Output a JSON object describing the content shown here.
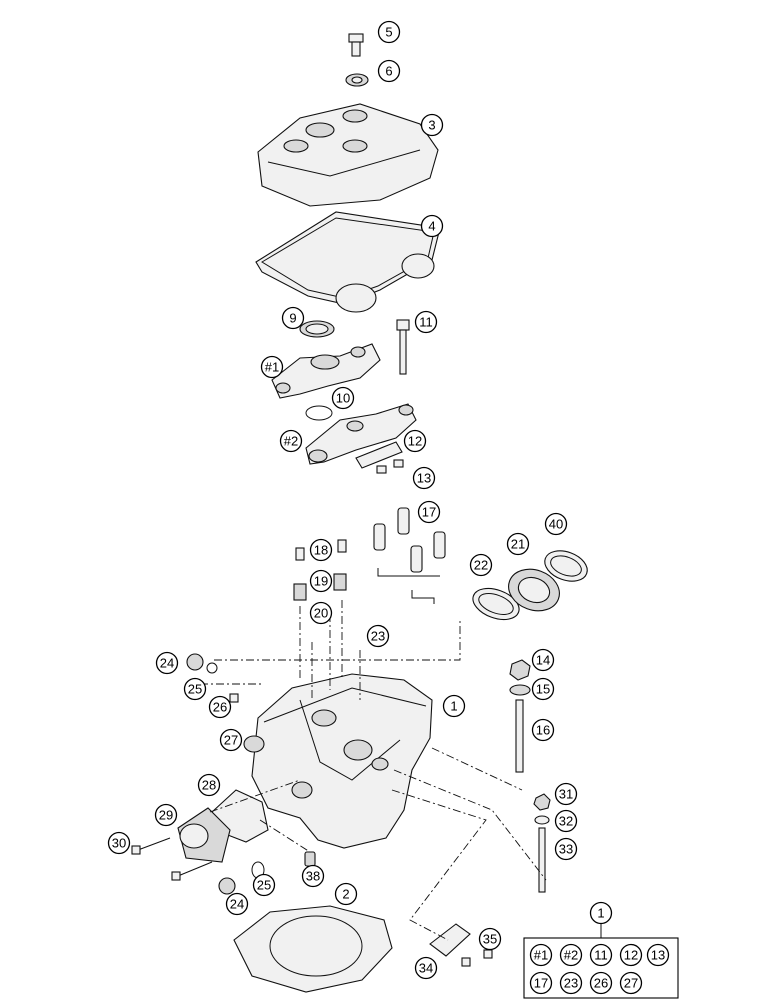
{
  "callouts": [
    {
      "label": "5"
    },
    {
      "label": "6"
    },
    {
      "label": "3"
    },
    {
      "label": "4"
    },
    {
      "label": "9"
    },
    {
      "label": "11"
    },
    {
      "label": "#1"
    },
    {
      "label": "10"
    },
    {
      "label": "#2"
    },
    {
      "label": "12"
    },
    {
      "label": "13"
    },
    {
      "label": "17"
    },
    {
      "label": "18"
    },
    {
      "label": "19"
    },
    {
      "label": "20"
    },
    {
      "label": "23"
    },
    {
      "label": "22"
    },
    {
      "label": "21"
    },
    {
      "label": "40"
    },
    {
      "label": "14"
    },
    {
      "label": "15"
    },
    {
      "label": "16"
    },
    {
      "label": "1"
    },
    {
      "label": "24"
    },
    {
      "label": "25"
    },
    {
      "label": "26"
    },
    {
      "label": "27"
    },
    {
      "label": "28"
    },
    {
      "label": "29"
    },
    {
      "label": "30"
    },
    {
      "label": "31"
    },
    {
      "label": "32"
    },
    {
      "label": "33"
    },
    {
      "label": "38"
    },
    {
      "label": "25"
    },
    {
      "label": "24"
    },
    {
      "label": "2"
    },
    {
      "label": "34"
    },
    {
      "label": "35"
    },
    {
      "label": "1"
    }
  ],
  "kit_box": {
    "items": [
      "#1",
      "#2",
      "11",
      "12",
      "13",
      "17",
      "23",
      "26",
      "27"
    ]
  }
}
